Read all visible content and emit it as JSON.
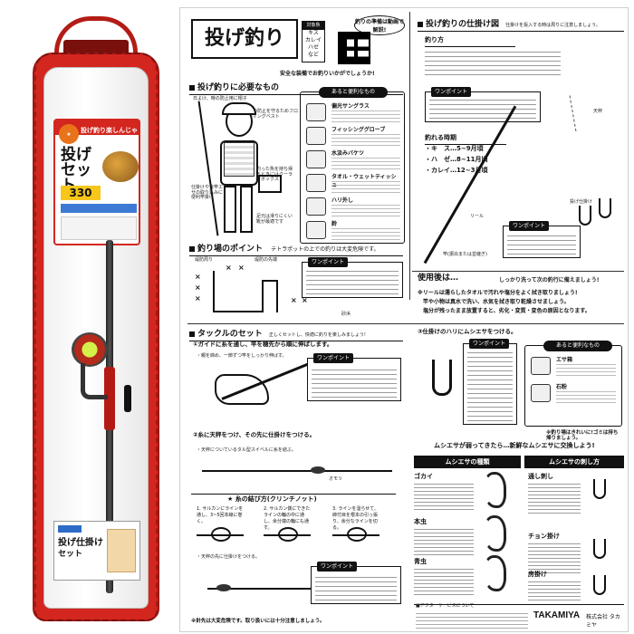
{
  "package": {
    "catch": "投げ釣り楽しんじゃう!",
    "title": "投げセット",
    "number": "330",
    "inner_title": "投げ仕掛け",
    "inner_sub": "セット"
  },
  "sheet": {
    "title": "投げ釣り",
    "target_head": "対象魚",
    "target_fish": [
      "キス",
      "カレイ",
      "ハゼ",
      "など"
    ],
    "video_bubble": "釣りの準備は動画で解説!",
    "safe_note": "安全な装備でお釣りいかがでしょうか!",
    "sec_needed": "投げ釣りに必要なもの",
    "hat_label": "日よけ、時の防止用に帽子",
    "vest_label": "危険の防止を守るためフローティングベスト",
    "rod_label": "仕掛けや良竿エサの取り込みに便利竿掛け",
    "box_label": "釣った魚を持ち帰るときにはクーラーボックス",
    "shoe_label": "足元は滑りにくい靴が最適です",
    "useful_head": "あると便利なもの",
    "useful_items": [
      "偏光サングラス",
      "フィッシンググローブ",
      "水汲みバケツ",
      "タオル・ウェットティッシュ",
      "ハリ外し",
      "鈴"
    ],
    "sec_point": "釣り場のポイント",
    "point_sub": "テトラポットの上での釣りは大変危険です。",
    "point_left": "堤防周り",
    "point_right": "堤防の先端",
    "point_sand": "砂浜",
    "onepoint_label": "ワンポイント",
    "sec_tackle": "タックルのセット",
    "tackle_sub": "正しくセットし、快適に釣りを楽しみましょう!",
    "step1": "①ガイドに糸を通し、竿を穂先から順に伸ばします。",
    "step1_sub": "・親を締め、一節ずつ竿をしっかり伸ばす。",
    "step2": "②糸に天秤をつけ、その先に仕掛けをつける。",
    "step2_sub": "・天秤についているタル型スイベルに糸を結ぶ。",
    "knot_head": "★ 糸の結び方(クリンチノット)",
    "knot_steps": [
      "1. サルカンにラインを通し、3~5回本線に巻く。",
      "2. サルカン側にできたラインの輪の中に通し、余分端の輪にも通す。",
      "3. ラインを湿らせて、締付目を根本の引っ張り、余分なラインを切る。"
    ],
    "step2_b": "・天秤の先に仕掛けをつける。",
    "sinker_label": "オモリ",
    "sinker_warn": "※針先は大変危険です。取り扱いには十分注意しましょう。",
    "sec_rig": "投げ釣りの仕掛け図",
    "rig_sub": "仕掛けを投入する時は周りに注意しましょう。",
    "howto_head": "釣り方",
    "season_head": "釣れる時期",
    "season_items": [
      "・キ　ス…5~9月頃",
      "・ハ　ゼ…8~11月頃",
      "・カレイ…12~3月頃"
    ],
    "rig_tenbin": "天秤",
    "rig_hook": "投げ仕掛け",
    "rig_sao": "竿(振出または並継ぎ)",
    "rig_reel": "リール",
    "after_head": "使用後は…",
    "after_sub": "しっかり洗って次の釣行に備えましょう!",
    "after_lines": [
      "※リールは濡らしたタオルで汚れや塩分をよく拭き取りましょう!",
      "竿や小物は真水で洗い、水気を拭き取り乾燥させましょう。",
      "塩分が残ったまま放置すると、劣化・変質・変色の原因となります。"
    ],
    "step3": "③仕掛けのハリにムシエサをつける。",
    "useful2_head": "あると便利なもの",
    "useful2_items": [
      "エサ箱",
      "石粉"
    ],
    "gomi": "※釣り場はきれいに!ゴミは持ち帰りましょう。",
    "worm_banner": "ムシエサが弱ってきたら…新鮮なムシエサに交換しよう!",
    "worm_head": "ムシエサの種類",
    "worm_items": [
      "ゴカイ",
      "本虫",
      "青虫"
    ],
    "howto2_head": "ムシエサの刺し方",
    "howto2_items": [
      "通し刺し",
      "チョン掛け",
      "房掛け"
    ],
    "after_service": "■アフターサービスについて",
    "brand": "TAKAMIYA",
    "company": "株式会社 タカミヤ"
  }
}
